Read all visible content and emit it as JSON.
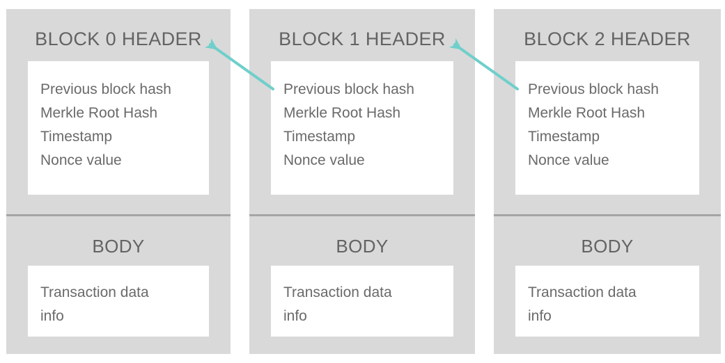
{
  "diagram": {
    "title": "Blockchain block structure",
    "background_color": "#ffffff",
    "panel_color": "#d9d9d9",
    "inner_box_color": "#ffffff",
    "text_color": "#6a6a6a",
    "heading_color": "#636363",
    "divider_color": "#a5a5a5",
    "arrow_color": "#6fcfcb"
  },
  "blocks": [
    {
      "header_title": "BLOCK 0 HEADER",
      "header_fields": [
        "Previous block hash",
        "Merkle Root Hash",
        "Timestamp",
        "Nonce value"
      ],
      "body_title": "BODY",
      "body_lines": [
        "Transaction data",
        "info"
      ]
    },
    {
      "header_title": "BLOCK 1 HEADER",
      "header_fields": [
        "Previous block hash",
        "Merkle Root Hash",
        "Timestamp",
        "Nonce value"
      ],
      "body_title": "BODY",
      "body_lines": [
        "Transaction data",
        "info"
      ]
    },
    {
      "header_title": "BLOCK 2 HEADER",
      "header_fields": [
        "Previous block hash",
        "Merkle Root Hash",
        "Timestamp",
        "Nonce value"
      ],
      "body_title": "BODY",
      "body_lines": [
        "Transaction data",
        "info"
      ]
    }
  ],
  "arrows": [
    {
      "name": "arrow-block1-to-block0",
      "from_block": 1,
      "to_block": 0,
      "meaning": "Block 1 previous block hash points to Block 0 header",
      "color": "#6fcfcb"
    },
    {
      "name": "arrow-block2-to-block1",
      "from_block": 2,
      "to_block": 1,
      "meaning": "Block 2 previous block hash points to Block 1 header",
      "color": "#6fcfcb"
    }
  ]
}
